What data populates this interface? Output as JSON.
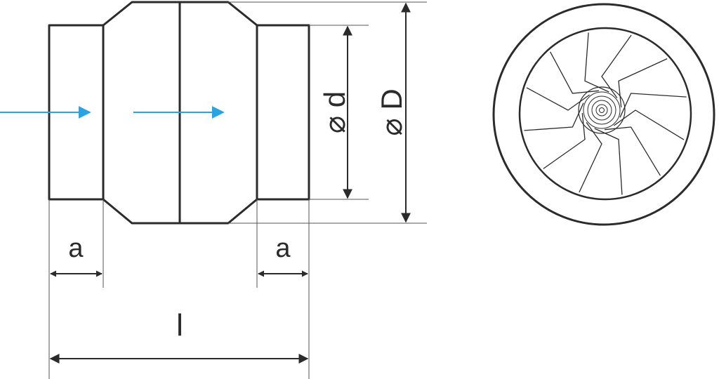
{
  "labels": {
    "inlet_length_left": "a",
    "inlet_length_right": "a",
    "total_length": "l",
    "inner_diameter": "⌀ d",
    "outer_diameter": "⌀ D"
  },
  "colors": {
    "outline": "#2b2b2b",
    "dimension_line": "#2b2b2b",
    "extension_line": "#555555",
    "airflow_arrow": "#2aa3e0",
    "background": "#ffffff"
  },
  "views": {
    "side": {
      "icon": "duct-fan-side-view"
    },
    "front": {
      "icon": "impeller-front-view",
      "blade_count": 12
    }
  }
}
